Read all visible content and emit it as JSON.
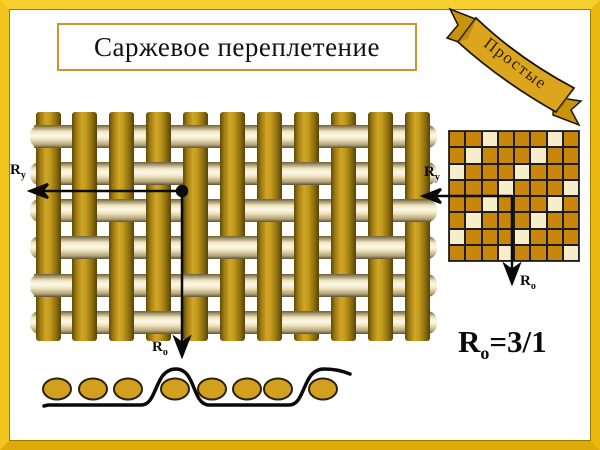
{
  "title": {
    "text": "Саржевое переплетение"
  },
  "ribbon": {
    "text": "Простые",
    "fill": "#DCA51E",
    "fill_dark": "#c8940a",
    "outline": "#1d1608"
  },
  "weave": {
    "warp_count": 11,
    "weft_count": 6,
    "weft_over": [
      [
        1,
        1
      ],
      [
        1,
        5
      ],
      [
        1,
        9
      ],
      [
        2,
        4
      ],
      [
        2,
        8
      ],
      [
        3,
        3
      ],
      [
        3,
        7
      ],
      [
        3,
        11
      ],
      [
        4,
        2
      ],
      [
        4,
        6
      ],
      [
        4,
        10
      ],
      [
        5,
        1
      ],
      [
        5,
        5
      ],
      [
        5,
        9
      ],
      [
        6,
        4
      ],
      [
        6,
        8
      ]
    ],
    "labels": {
      "weft_repeat": {
        "base": "R",
        "sub": "у"
      },
      "warp_repeat": {
        "base": "R",
        "sub": "о"
      }
    }
  },
  "grid": {
    "rows": 8,
    "cols": 8,
    "dark_color": "#C8860B",
    "light_color": "#F7EDCA",
    "light_cells": [
      [
        1,
        3
      ],
      [
        1,
        7
      ],
      [
        2,
        2
      ],
      [
        2,
        6
      ],
      [
        3,
        1
      ],
      [
        3,
        5
      ],
      [
        4,
        4
      ],
      [
        4,
        8
      ],
      [
        5,
        3
      ],
      [
        5,
        7
      ],
      [
        6,
        2
      ],
      [
        6,
        6
      ],
      [
        7,
        1
      ],
      [
        7,
        5
      ],
      [
        8,
        4
      ],
      [
        8,
        8
      ]
    ],
    "labels": {
      "weft_repeat": {
        "base": "R",
        "sub": "у"
      },
      "warp_repeat": {
        "base": "R",
        "sub": "о"
      }
    }
  },
  "formula": {
    "base": "R",
    "sub": "о",
    "value": "=3/1"
  },
  "cross_section": {
    "warp_count": 8,
    "weft_over": [
      4,
      8
    ],
    "ellipse_color": "#D2A01E",
    "ellipse_outline": "#2b2108",
    "line_color": "#0a0a0a"
  }
}
